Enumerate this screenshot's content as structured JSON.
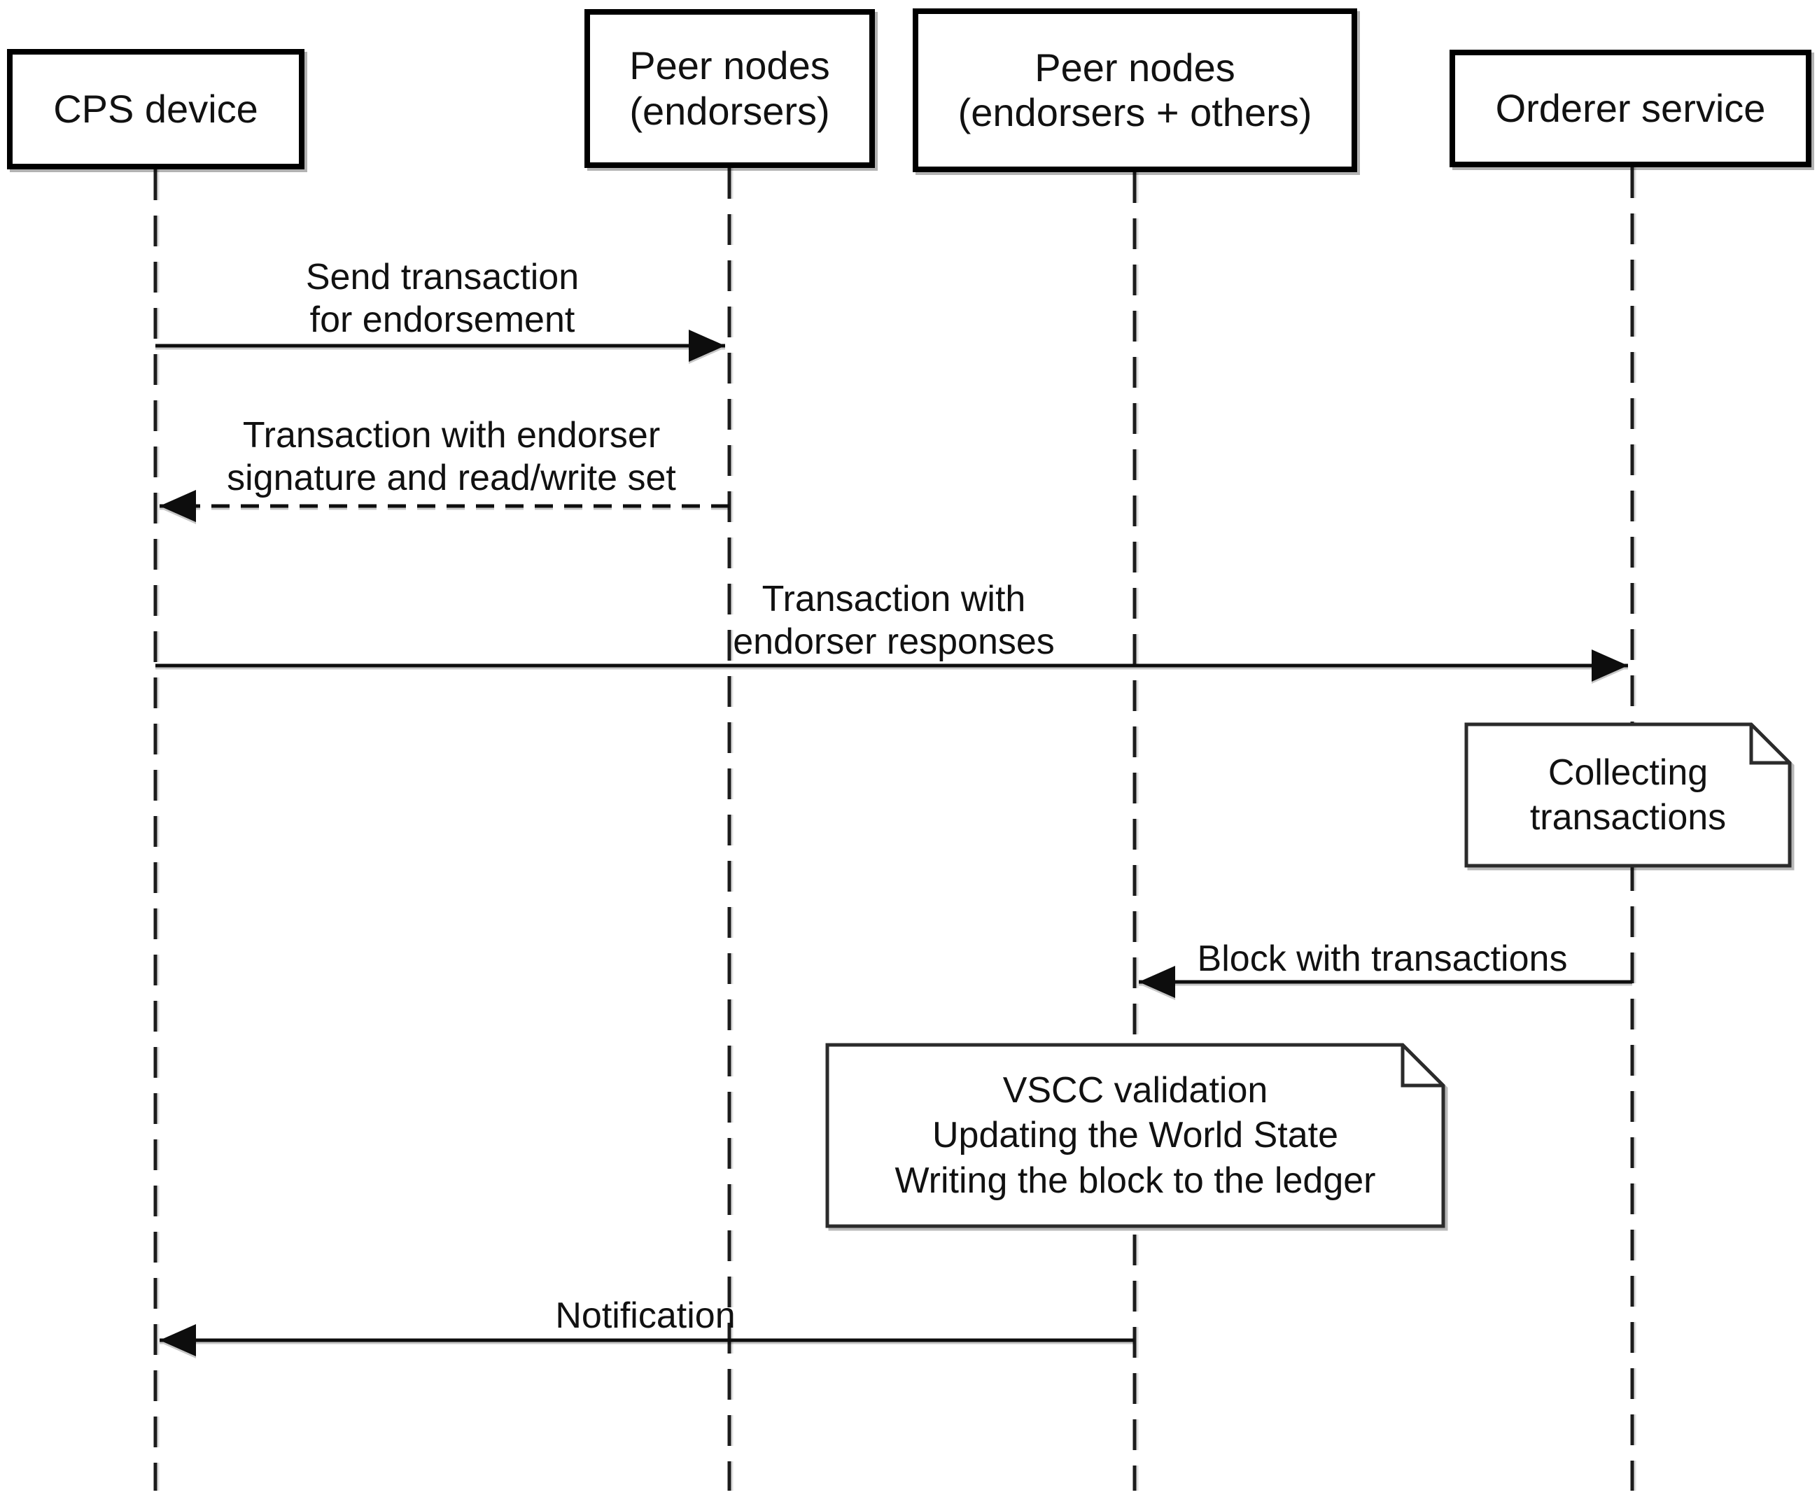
{
  "diagram": {
    "kind": "uml-sequence-diagram",
    "colors": {
      "background": "#ffffff",
      "line": "#1c1c1c",
      "text": "#111111",
      "box_border": "#000000"
    },
    "actors": [
      {
        "id": "cps-device",
        "label": "CPS device"
      },
      {
        "id": "peer-endorsers",
        "label": "Peer nodes\n(endorsers)"
      },
      {
        "id": "peer-endorsers-others",
        "label": "Peer nodes\n(endorsers + others)"
      },
      {
        "id": "orderer-service",
        "label": "Orderer service"
      }
    ],
    "messages": [
      {
        "label": "Send transaction\nfor endorsement",
        "from": "CPS device",
        "to": "Peer nodes (endorsers)",
        "line": "solid",
        "direction": "right"
      },
      {
        "label": "Transaction with endorser\nsignature and read/write set",
        "from": "Peer nodes (endorsers)",
        "to": "CPS device",
        "line": "dashed",
        "direction": "left"
      },
      {
        "label": "Transaction with\nendorser responses",
        "from": "CPS device",
        "to": "Orderer service",
        "line": "solid",
        "direction": "right"
      },
      {
        "label": "Block with transactions",
        "from": "Orderer service",
        "to": "Peer nodes (endorsers + others)",
        "line": "solid",
        "direction": "left"
      },
      {
        "label": "Notification",
        "from": "Peer nodes (endorsers + others)",
        "to": "CPS device",
        "line": "solid",
        "direction": "left"
      }
    ],
    "notes": [
      {
        "label": "Collecting\ntransactions",
        "anchor": "Orderer service"
      },
      {
        "label": "VSCC validation\nUpdating the World State\nWriting the block to the ledger",
        "anchor": "Peer nodes (endorsers + others)"
      }
    ]
  }
}
